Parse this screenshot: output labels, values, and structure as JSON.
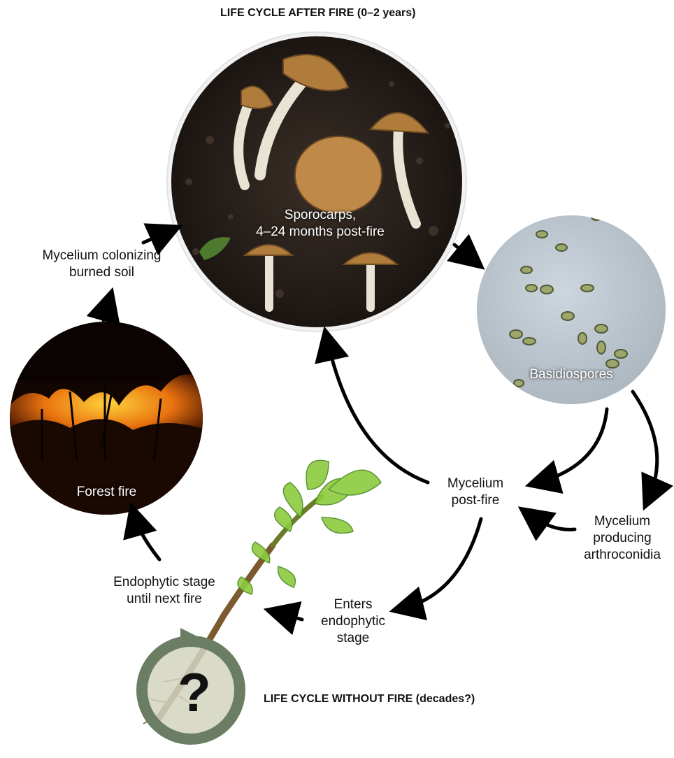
{
  "titles": {
    "after_fire": "LIFE CYCLE AFTER FIRE",
    "after_fire_span": "(0–2 years)",
    "without_fire": "LIFE CYCLE WITHOUT FIRE",
    "without_fire_span": "(decades?)"
  },
  "photo_captions": {
    "sporocarps": [
      "Sporocarps,",
      "4–24 months post-fire"
    ],
    "basidiospores": "Basidiospores",
    "forest_fire": "Forest fire"
  },
  "labels": {
    "mycelium_colonizing": [
      "Mycelium colonizing",
      "burned soil"
    ],
    "mycelium_post_fire": [
      "Mycelium",
      "post-fire"
    ],
    "mycelium_arthroconidia": [
      "Mycelium",
      "producing",
      "arthroconidia"
    ],
    "enters_endophytic": [
      "Enters",
      "endophytic",
      "stage"
    ],
    "endophytic_until_fire": [
      "Endophytic stage",
      "until next fire"
    ],
    "question_mark": "?"
  },
  "colors": {
    "arrow": "#000000",
    "spore_background": "#b9c4cd",
    "spore_fill": "#9ea66a",
    "ring": "#6b7d62",
    "ring_fill": "#d4d4c0",
    "moss": "#7fbf3a",
    "fire": "#f7a21a",
    "soil": "#2a221d"
  },
  "icons": {
    "arrow": "arrow-head-icon",
    "cycle": "cycle-arrow-icon"
  }
}
